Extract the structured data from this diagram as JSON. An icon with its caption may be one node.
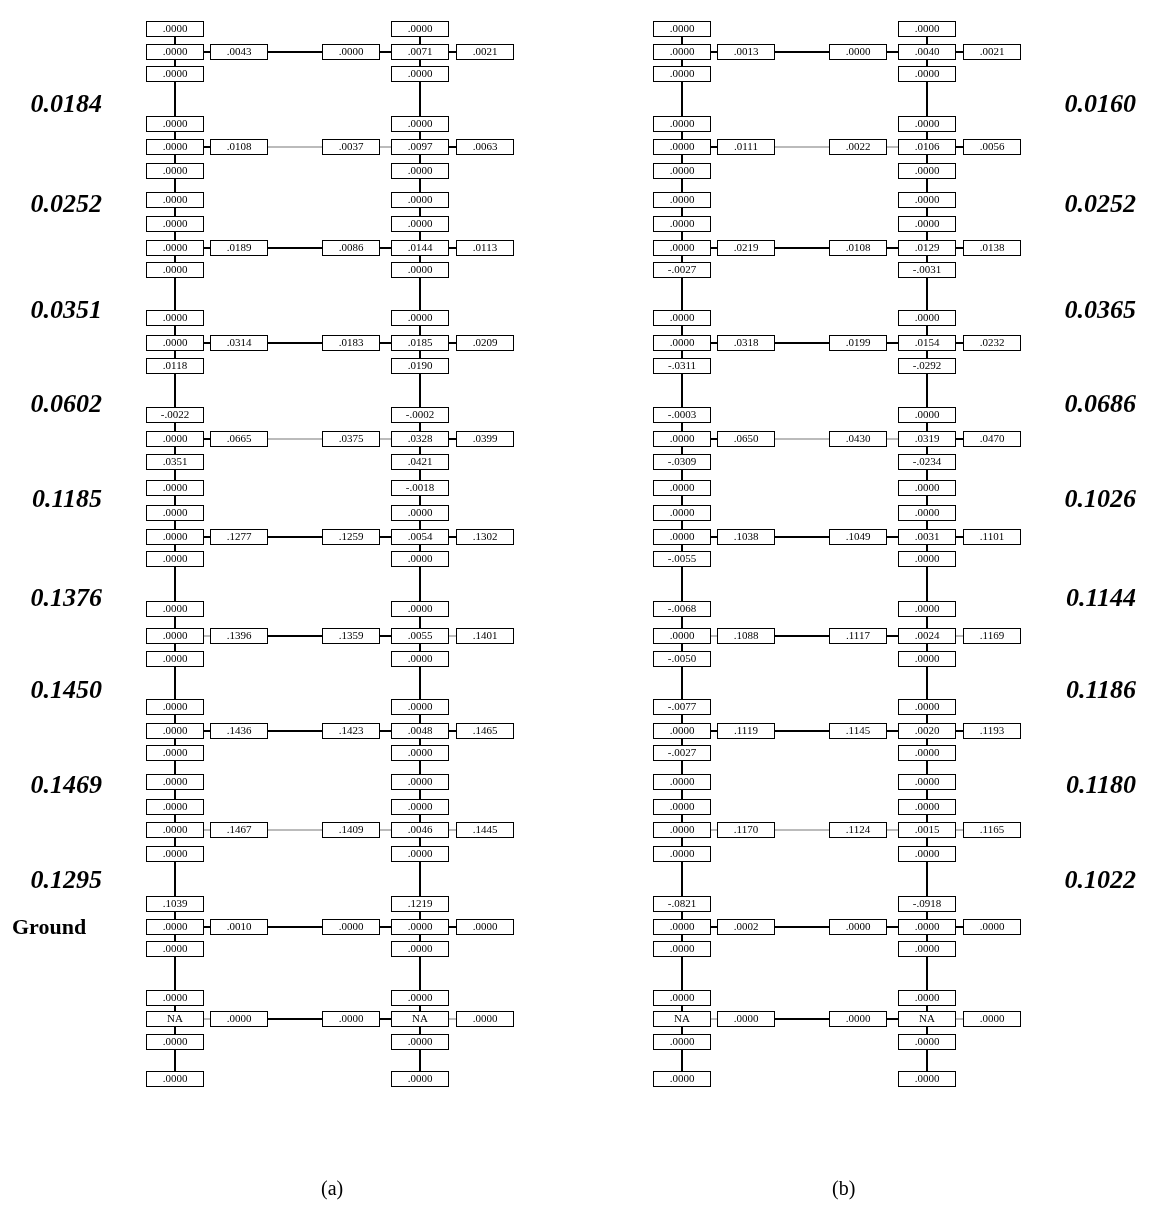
{
  "diagram": {
    "nodes": [
      {
        "text": [
          ".0000"
        ]
      },
      {
        "text": [
          ".0000"
        ]
      },
      {
        "text": [
          ".0000"
        ]
      },
      {
        "text": [
          ".0043"
        ]
      },
      {
        "text": [
          ".0000"
        ]
      },
      {
        "text": [
          ".0071"
        ]
      },
      {
        "text": [
          ".0021"
        ]
      },
      {
        "text": [
          ".0000"
        ]
      },
      {
        "text": [
          ".0000"
        ]
      },
      {
        "text": [
          ".0000"
        ]
      },
      {
        "text": [
          ".0000"
        ]
      },
      {
        "text": [
          ".0000"
        ]
      },
      {
        "text": [
          ".0108"
        ]
      },
      {
        "text": [
          ".0037"
        ]
      },
      {
        "text": [
          ".0097"
        ]
      },
      {
        "text": [
          ".0063"
        ]
      },
      {
        "text": [
          ".0000"
        ]
      },
      {
        "text": [
          ".0000"
        ]
      },
      {
        "text": [
          ".0000"
        ]
      },
      {
        "text": [
          ".0000"
        ]
      },
      {
        "text": [
          ".0000"
        ]
      },
      {
        "text": [
          ".0000"
        ]
      },
      {
        "text": [
          ".0000"
        ]
      },
      {
        "text": [
          ".0189"
        ]
      },
      {
        "text": [
          ".0086"
        ]
      },
      {
        "text": [
          ".0144"
        ]
      },
      {
        "text": [
          ".0113"
        ]
      },
      {
        "text": [
          ".0000"
        ]
      },
      {
        "text": [
          ".0000"
        ]
      },
      {
        "text": [
          ".0000"
        ]
      },
      {
        "text": [
          ".0000"
        ]
      },
      {
        "text": [
          ".0000"
        ]
      },
      {
        "text": [
          ".0314"
        ]
      },
      {
        "text": [
          ".0183"
        ]
      },
      {
        "text": [
          ".0185"
        ]
      },
      {
        "text": [
          ".0209"
        ]
      },
      {
        "text": [
          ".0118"
        ]
      },
      {
        "text": [
          ".0190"
        ]
      },
      {
        "text": [
          "-.0022"
        ]
      },
      {
        "text": [
          "-.0002"
        ]
      },
      {
        "text": [
          ".0000"
        ]
      },
      {
        "text": [
          ".0665"
        ]
      },
      {
        "text": [
          ".0375"
        ]
      },
      {
        "text": [
          ".0328"
        ]
      },
      {
        "text": [
          ".0399"
        ]
      },
      {
        "text": [
          ".0351"
        ]
      },
      {
        "text": [
          ".0421"
        ]
      },
      {
        "text": [
          ".0000"
        ]
      },
      {
        "text": [
          "-.0018"
        ]
      },
      {
        "text": [
          ".0000"
        ]
      },
      {
        "text": [
          ".0000"
        ]
      },
      {
        "text": [
          ".0000"
        ]
      },
      {
        "text": [
          ".1277"
        ]
      },
      {
        "text": [
          ".1259"
        ]
      },
      {
        "text": [
          ".0054"
        ]
      },
      {
        "text": [
          ".1302"
        ]
      },
      {
        "text": [
          ".0000"
        ]
      },
      {
        "text": [
          ".0000"
        ]
      },
      {
        "text": [
          ".0000"
        ]
      },
      {
        "text": [
          ".0000"
        ]
      },
      {
        "text": [
          ".0000"
        ]
      },
      {
        "text": [
          ".1396"
        ]
      },
      {
        "text": [
          ".1359"
        ]
      },
      {
        "text": [
          ".0055"
        ]
      },
      {
        "text": [
          ".1401"
        ]
      },
      {
        "text": [
          ".0000"
        ]
      },
      {
        "text": [
          ".0000"
        ]
      },
      {
        "text": [
          ".0000"
        ]
      },
      {
        "text": [
          ".0000"
        ]
      },
      {
        "text": [
          ".0000"
        ]
      },
      {
        "text": [
          ".1436"
        ]
      },
      {
        "text": [
          ".1423"
        ]
      },
      {
        "text": [
          ".0048"
        ]
      },
      {
        "text": [
          ".1465"
        ]
      },
      {
        "text": [
          ".0000"
        ]
      },
      {
        "text": [
          ".0000"
        ]
      },
      {
        "text": [
          ".0000"
        ]
      },
      {
        "text": [
          ".0000"
        ]
      },
      {
        "text": [
          ".0000"
        ]
      },
      {
        "text": [
          ".0000"
        ]
      },
      {
        "text": [
          ".0000"
        ]
      },
      {
        "text": [
          ".1467"
        ]
      },
      {
        "text": [
          ".1409"
        ]
      },
      {
        "text": [
          ".0046"
        ]
      },
      {
        "text": [
          ".1445"
        ]
      },
      {
        "text": [
          ".0000"
        ]
      },
      {
        "text": [
          ".0000"
        ]
      },
      {
        "text": [
          ".1039"
        ]
      },
      {
        "text": [
          ".1219"
        ]
      },
      {
        "text": [
          ".0000"
        ]
      },
      {
        "text": [
          ".0010"
        ]
      },
      {
        "text": [
          ".0000"
        ]
      },
      {
        "text": [
          ".0000"
        ]
      },
      {
        "text": [
          ".0000"
        ]
      },
      {
        "text": [
          ".0000"
        ]
      },
      {
        "text": [
          ".0000"
        ]
      },
      {
        "text": [
          ".0000"
        ]
      },
      {
        "text": [
          ".0000"
        ]
      },
      {
        "text": [
          "NA"
        ]
      },
      {
        "text": [
          ".0000"
        ]
      },
      {
        "text": [
          ".0000"
        ]
      },
      {
        "text": [
          "NA"
        ]
      },
      {
        "text": [
          ".0000"
        ]
      },
      {
        "text": [
          ".0000"
        ]
      },
      {
        "text": [
          ".0000"
        ]
      },
      {
        "text": [
          ".0000"
        ]
      },
      {
        "text": [
          ".0000"
        ]
      },
      {
        "text": [
          ".0000"
        ]
      },
      {
        "text": [
          ".0000"
        ]
      },
      {
        "text": [
          ".0000"
        ]
      },
      {
        "text": [
          ".0013"
        ]
      },
      {
        "text": [
          ".0000"
        ]
      },
      {
        "text": [
          ".0040"
        ]
      },
      {
        "text": [
          ".0021"
        ]
      },
      {
        "text": [
          ".0000"
        ]
      },
      {
        "text": [
          ".0000"
        ]
      },
      {
        "text": [
          ".0000"
        ]
      },
      {
        "text": [
          ".0000"
        ]
      },
      {
        "text": [
          ".0000"
        ]
      },
      {
        "text": [
          ".0111"
        ]
      },
      {
        "text": [
          ".0022"
        ]
      },
      {
        "text": [
          ".0106"
        ]
      },
      {
        "text": [
          ".0056"
        ]
      },
      {
        "text": [
          ".0000"
        ]
      },
      {
        "text": [
          ".0000"
        ]
      },
      {
        "text": [
          ".0000"
        ]
      },
      {
        "text": [
          ".0000"
        ]
      },
      {
        "text": [
          ".0000"
        ]
      },
      {
        "text": [
          ".0000"
        ]
      },
      {
        "text": [
          ".0000"
        ]
      },
      {
        "text": [
          ".0219"
        ]
      },
      {
        "text": [
          ".0108"
        ]
      },
      {
        "text": [
          ".0129"
        ]
      },
      {
        "text": [
          ".0138"
        ]
      },
      {
        "text": [
          "-.0027"
        ]
      },
      {
        "text": [
          "-.0031"
        ]
      },
      {
        "text": [
          ".0000"
        ]
      },
      {
        "text": [
          ".0000"
        ]
      },
      {
        "text": [
          ".0000"
        ]
      },
      {
        "text": [
          ".0318"
        ]
      },
      {
        "text": [
          ".0199"
        ]
      },
      {
        "text": [
          ".0154"
        ]
      },
      {
        "text": [
          ".0232"
        ]
      },
      {
        "text": [
          "-.0311"
        ]
      },
      {
        "text": [
          "-.0292"
        ]
      },
      {
        "text": [
          "-.0003"
        ]
      },
      {
        "text": [
          ".0000"
        ]
      },
      {
        "text": [
          ".0000"
        ]
      },
      {
        "text": [
          ".0650"
        ]
      },
      {
        "text": [
          ".0430"
        ]
      },
      {
        "text": [
          ".0319"
        ]
      },
      {
        "text": [
          ".0470"
        ]
      },
      {
        "text": [
          "-.0309"
        ]
      },
      {
        "text": [
          "-.0234"
        ]
      },
      {
        "text": [
          ".0000"
        ]
      },
      {
        "text": [
          ".0000"
        ]
      },
      {
        "text": [
          ".0000"
        ]
      },
      {
        "text": [
          ".0000"
        ]
      },
      {
        "text": [
          ".0000"
        ]
      },
      {
        "text": [
          ".1038"
        ]
      },
      {
        "text": [
          ".1049"
        ]
      },
      {
        "text": [
          ".0031"
        ]
      },
      {
        "text": [
          ".1101"
        ]
      },
      {
        "text": [
          "-.0055"
        ]
      },
      {
        "text": [
          ".0000"
        ]
      },
      {
        "text": [
          "-.0068"
        ]
      },
      {
        "text": [
          ".0000"
        ]
      },
      {
        "text": [
          ".0000"
        ]
      },
      {
        "text": [
          ".1088"
        ]
      },
      {
        "text": [
          ".1117"
        ]
      },
      {
        "text": [
          ".0024"
        ]
      },
      {
        "text": [
          ".1169"
        ]
      },
      {
        "text": [
          "-.0050"
        ]
      },
      {
        "text": [
          ".0000"
        ]
      },
      {
        "text": [
          "-.0077"
        ]
      },
      {
        "text": [
          ".0000"
        ]
      },
      {
        "text": [
          ".0000"
        ]
      },
      {
        "text": [
          ".1119"
        ]
      },
      {
        "text": [
          ".1145"
        ]
      },
      {
        "text": [
          ".0020"
        ]
      },
      {
        "text": [
          ".1193"
        ]
      },
      {
        "text": [
          "-.0027"
        ]
      },
      {
        "text": [
          ".0000"
        ]
      },
      {
        "text": [
          ".0000"
        ]
      },
      {
        "text": [
          ".0000"
        ]
      },
      {
        "text": [
          ".0000"
        ]
      },
      {
        "text": [
          ".0000"
        ]
      },
      {
        "text": [
          ".0000"
        ]
      },
      {
        "text": [
          ".1170"
        ]
      },
      {
        "text": [
          ".1124"
        ]
      },
      {
        "text": [
          ".0015"
        ]
      },
      {
        "text": [
          ".1165"
        ]
      },
      {
        "text": [
          ".0000"
        ]
      },
      {
        "text": [
          ".0000"
        ]
      },
      {
        "text": [
          "-.0821"
        ]
      },
      {
        "text": [
          "-.0918"
        ]
      },
      {
        "text": [
          ".0000"
        ]
      },
      {
        "text": [
          ".0002"
        ]
      },
      {
        "text": [
          ".0000"
        ]
      },
      {
        "text": [
          ".0000"
        ]
      },
      {
        "text": [
          ".0000"
        ]
      },
      {
        "text": [
          ".0000"
        ]
      },
      {
        "text": [
          ".0000"
        ]
      },
      {
        "text": [
          ".0000"
        ]
      },
      {
        "text": [
          ".0000"
        ]
      },
      {
        "text": [
          "NA"
        ]
      },
      {
        "text": [
          ".0000"
        ]
      },
      {
        "text": [
          ".0000"
        ]
      },
      {
        "text": [
          "NA"
        ]
      },
      {
        "text": [
          ".0000"
        ]
      },
      {
        "text": [
          ".0000"
        ]
      },
      {
        "text": [
          ".0000"
        ]
      },
      {
        "text": [
          ".0000"
        ]
      },
      {
        "text": [
          ".0000"
        ]
      }
    ],
    "edges": [
      {
        "from": 0,
        "to": 2,
        "arrow": "none"
      },
      {
        "from": 2,
        "to": 7,
        "arrow": "none"
      },
      {
        "from": 7,
        "to": 9,
        "arrow": "none"
      },
      {
        "from": 9,
        "to": 11,
        "arrow": "none"
      },
      {
        "from": 11,
        "to": 16,
        "arrow": "none"
      },
      {
        "from": 16,
        "to": 18,
        "arrow": "none"
      },
      {
        "from": 18,
        "to": 20,
        "arrow": "none"
      },
      {
        "from": 20,
        "to": 22,
        "arrow": "none"
      },
      {
        "from": 22,
        "to": 27,
        "arrow": "none"
      },
      {
        "from": 27,
        "to": 29,
        "arrow": "none"
      },
      {
        "from": 29,
        "to": 31,
        "arrow": "none"
      },
      {
        "from": 31,
        "to": 36,
        "arrow": "none"
      },
      {
        "from": 36,
        "to": 38,
        "arrow": "none"
      },
      {
        "from": 38,
        "to": 40,
        "arrow": "none"
      },
      {
        "from": 40,
        "to": 45,
        "arrow": "none"
      },
      {
        "from": 45,
        "to": 47,
        "arrow": "none"
      },
      {
        "from": 47,
        "to": 49,
        "arrow": "none"
      },
      {
        "from": 49,
        "to": 51,
        "arrow": "none"
      },
      {
        "from": 51,
        "to": 56,
        "arrow": "none"
      },
      {
        "from": 56,
        "to": 58,
        "arrow": "none"
      },
      {
        "from": 58,
        "to": 60,
        "arrow": "none"
      },
      {
        "from": 60,
        "to": 65,
        "arrow": "none"
      },
      {
        "from": 65,
        "to": 67,
        "arrow": "none"
      },
      {
        "from": 67,
        "to": 69,
        "arrow": "none"
      },
      {
        "from": 69,
        "to": 74,
        "arrow": "none"
      },
      {
        "from": 74,
        "to": 76,
        "arrow": "none"
      },
      {
        "from": 76,
        "to": 78,
        "arrow": "none"
      },
      {
        "from": 78,
        "to": 80,
        "arrow": "none"
      },
      {
        "from": 80,
        "to": 85,
        "arrow": "none"
      },
      {
        "from": 85,
        "to": 87,
        "arrow": "none"
      },
      {
        "from": 87,
        "to": 89,
        "arrow": "none"
      },
      {
        "from": 89,
        "to": 94,
        "arrow": "none"
      },
      {
        "from": 94,
        "to": 96,
        "arrow": "none"
      },
      {
        "from": 96,
        "to": 98,
        "arrow": "none"
      },
      {
        "from": 98,
        "to": 103,
        "arrow": "none"
      },
      {
        "from": 103,
        "to": 105,
        "arrow": "none"
      },
      {
        "from": 1,
        "to": 5,
        "arrow": "none"
      },
      {
        "from": 5,
        "to": 8,
        "arrow": "none"
      },
      {
        "from": 8,
        "to": 10,
        "arrow": "none"
      },
      {
        "from": 10,
        "to": 14,
        "arrow": "none"
      },
      {
        "from": 14,
        "to": 17,
        "arrow": "none"
      },
      {
        "from": 17,
        "to": 19,
        "arrow": "none"
      },
      {
        "from": 19,
        "to": 21,
        "arrow": "none"
      },
      {
        "from": 21,
        "to": 25,
        "arrow": "none"
      },
      {
        "from": 25,
        "to": 28,
        "arrow": "none"
      },
      {
        "from": 28,
        "to": 30,
        "arrow": "none"
      },
      {
        "from": 30,
        "to": 34,
        "arrow": "none"
      },
      {
        "from": 34,
        "to": 37,
        "arrow": "none"
      },
      {
        "from": 37,
        "to": 39,
        "arrow": "none"
      },
      {
        "from": 39,
        "to": 43,
        "arrow": "none"
      },
      {
        "from": 43,
        "to": 46,
        "arrow": "none"
      },
      {
        "from": 46,
        "to": 48,
        "arrow": "none"
      },
      {
        "from": 48,
        "to": 50,
        "arrow": "none"
      },
      {
        "from": 50,
        "to": 54,
        "arrow": "none"
      },
      {
        "from": 54,
        "to": 57,
        "arrow": "none"
      },
      {
        "from": 57,
        "to": 59,
        "arrow": "none"
      },
      {
        "from": 59,
        "to": 63,
        "arrow": "none"
      },
      {
        "from": 63,
        "to": 66,
        "arrow": "none"
      },
      {
        "from": 66,
        "to": 68,
        "arrow": "none"
      },
      {
        "from": 68,
        "to": 72,
        "arrow": "none"
      },
      {
        "from": 72,
        "to": 75,
        "arrow": "none"
      },
      {
        "from": 75,
        "to": 77,
        "arrow": "none"
      },
      {
        "from": 77,
        "to": 79,
        "arrow": "none"
      },
      {
        "from": 79,
        "to": 83,
        "arrow": "none"
      },
      {
        "from": 83,
        "to": 86,
        "arrow": "none"
      },
      {
        "from": 86,
        "to": 88,
        "arrow": "none"
      },
      {
        "from": 88,
        "to": 92,
        "arrow": "none"
      },
      {
        "from": 92,
        "to": 95,
        "arrow": "none"
      },
      {
        "from": 95,
        "to": 97,
        "arrow": "none"
      },
      {
        "from": 97,
        "to": 101,
        "arrow": "none"
      },
      {
        "from": 101,
        "to": 104,
        "arrow": "none"
      },
      {
        "from": 104,
        "to": 106,
        "arrow": "none"
      },
      {
        "from": 2,
        "to": 3,
        "arrow": "none"
      },
      {
        "from": 3,
        "to": 4,
        "arrow": "none"
      },
      {
        "from": 4,
        "to": 5,
        "arrow": "none"
      },
      {
        "from": 5,
        "to": 6,
        "arrow": "none"
      },
      {
        "from": 11,
        "to": 12,
        "arrow": "none"
      },
      {
        "from": 12,
        "to": 13,
        "arrow": "none",
        "color": "#bbbbbb"
      },
      {
        "from": 13,
        "to": 14,
        "arrow": "none",
        "color": "#bbbbbb"
      },
      {
        "from": 14,
        "to": 15,
        "arrow": "none"
      },
      {
        "from": 22,
        "to": 23,
        "arrow": "none"
      },
      {
        "from": 23,
        "to": 24,
        "arrow": "none"
      },
      {
        "from": 24,
        "to": 25,
        "arrow": "none"
      },
      {
        "from": 25,
        "to": 26,
        "arrow": "none"
      },
      {
        "from": 31,
        "to": 32,
        "arrow": "none"
      },
      {
        "from": 32,
        "to": 33,
        "arrow": "none"
      },
      {
        "from": 33,
        "to": 34,
        "arrow": "none"
      },
      {
        "from": 34,
        "to": 35,
        "arrow": "none"
      },
      {
        "from": 40,
        "to": 41,
        "arrow": "none"
      },
      {
        "from": 41,
        "to": 42,
        "arrow": "none",
        "color": "#bbbbbb"
      },
      {
        "from": 42,
        "to": 43,
        "arrow": "none",
        "color": "#bbbbbb"
      },
      {
        "from": 43,
        "to": 44,
        "arrow": "none"
      },
      {
        "from": 51,
        "to": 52,
        "arrow": "none"
      },
      {
        "from": 52,
        "to": 53,
        "arrow": "none"
      },
      {
        "from": 53,
        "to": 54,
        "arrow": "none"
      },
      {
        "from": 54,
        "to": 55,
        "arrow": "none"
      },
      {
        "from": 60,
        "to": 61,
        "arrow": "none",
        "color": "#bbbbbb"
      },
      {
        "from": 61,
        "to": 62,
        "arrow": "none"
      },
      {
        "from": 62,
        "to": 63,
        "arrow": "none"
      },
      {
        "from": 63,
        "to": 64,
        "arrow": "none",
        "color": "#bbbbbb"
      },
      {
        "from": 69,
        "to": 70,
        "arrow": "none"
      },
      {
        "from": 70,
        "to": 71,
        "arrow": "none"
      },
      {
        "from": 71,
        "to": 72,
        "arrow": "none"
      },
      {
        "from": 72,
        "to": 73,
        "arrow": "none"
      },
      {
        "from": 80,
        "to": 81,
        "arrow": "none",
        "color": "#bbbbbb"
      },
      {
        "from": 81,
        "to": 82,
        "arrow": "none",
        "color": "#bbbbbb"
      },
      {
        "from": 82,
        "to": 83,
        "arrow": "none",
        "color": "#bbbbbb"
      },
      {
        "from": 83,
        "to": 84,
        "arrow": "none",
        "color": "#bbbbbb"
      },
      {
        "from": 89,
        "to": 90,
        "arrow": "none"
      },
      {
        "from": 90,
        "to": 91,
        "arrow": "none"
      },
      {
        "from": 91,
        "to": 92,
        "arrow": "none"
      },
      {
        "from": 92,
        "to": 93,
        "arrow": "none"
      },
      {
        "from": 98,
        "to": 99,
        "arrow": "none",
        "color": "#bbbbbb"
      },
      {
        "from": 99,
        "to": 100,
        "arrow": "none"
      },
      {
        "from": 100,
        "to": 101,
        "arrow": "none"
      },
      {
        "from": 101,
        "to": 102,
        "arrow": "none",
        "color": "#bbbbbb"
      },
      {
        "from": 107,
        "to": 109,
        "arrow": "none"
      },
      {
        "from": 109,
        "to": 114,
        "arrow": "none"
      },
      {
        "from": 114,
        "to": 116,
        "arrow": "none"
      },
      {
        "from": 116,
        "to": 118,
        "arrow": "none"
      },
      {
        "from": 118,
        "to": 123,
        "arrow": "none"
      },
      {
        "from": 123,
        "to": 125,
        "arrow": "none"
      },
      {
        "from": 125,
        "to": 127,
        "arrow": "none"
      },
      {
        "from": 127,
        "to": 129,
        "arrow": "none"
      },
      {
        "from": 129,
        "to": 134,
        "arrow": "none"
      },
      {
        "from": 134,
        "to": 136,
        "arrow": "none"
      },
      {
        "from": 136,
        "to": 138,
        "arrow": "none"
      },
      {
        "from": 138,
        "to": 143,
        "arrow": "none"
      },
      {
        "from": 143,
        "to": 145,
        "arrow": "none"
      },
      {
        "from": 145,
        "to": 147,
        "arrow": "none"
      },
      {
        "from": 147,
        "to": 152,
        "arrow": "none"
      },
      {
        "from": 152,
        "to": 154,
        "arrow": "none"
      },
      {
        "from": 154,
        "to": 156,
        "arrow": "none"
      },
      {
        "from": 156,
        "to": 158,
        "arrow": "none"
      },
      {
        "from": 158,
        "to": 163,
        "arrow": "none"
      },
      {
        "from": 163,
        "to": 165,
        "arrow": "none"
      },
      {
        "from": 165,
        "to": 167,
        "arrow": "none"
      },
      {
        "from": 167,
        "to": 172,
        "arrow": "none"
      },
      {
        "from": 172,
        "to": 174,
        "arrow": "none"
      },
      {
        "from": 174,
        "to": 176,
        "arrow": "none"
      },
      {
        "from": 176,
        "to": 181,
        "arrow": "none"
      },
      {
        "from": 181,
        "to": 183,
        "arrow": "none"
      },
      {
        "from": 183,
        "to": 185,
        "arrow": "none"
      },
      {
        "from": 185,
        "to": 187,
        "arrow": "none"
      },
      {
        "from": 187,
        "to": 192,
        "arrow": "none"
      },
      {
        "from": 192,
        "to": 194,
        "arrow": "none"
      },
      {
        "from": 194,
        "to": 196,
        "arrow": "none"
      },
      {
        "from": 196,
        "to": 201,
        "arrow": "none"
      },
      {
        "from": 201,
        "to": 203,
        "arrow": "none"
      },
      {
        "from": 203,
        "to": 205,
        "arrow": "none"
      },
      {
        "from": 205,
        "to": 210,
        "arrow": "none"
      },
      {
        "from": 210,
        "to": 212,
        "arrow": "none"
      },
      {
        "from": 108,
        "to": 112,
        "arrow": "none"
      },
      {
        "from": 112,
        "to": 115,
        "arrow": "none"
      },
      {
        "from": 115,
        "to": 117,
        "arrow": "none"
      },
      {
        "from": 117,
        "to": 121,
        "arrow": "none"
      },
      {
        "from": 121,
        "to": 124,
        "arrow": "none"
      },
      {
        "from": 124,
        "to": 126,
        "arrow": "none"
      },
      {
        "from": 126,
        "to": 128,
        "arrow": "none"
      },
      {
        "from": 128,
        "to": 132,
        "arrow": "none"
      },
      {
        "from": 132,
        "to": 135,
        "arrow": "none"
      },
      {
        "from": 135,
        "to": 137,
        "arrow": "none"
      },
      {
        "from": 137,
        "to": 141,
        "arrow": "none"
      },
      {
        "from": 141,
        "to": 144,
        "arrow": "none"
      },
      {
        "from": 144,
        "to": 146,
        "arrow": "none"
      },
      {
        "from": 146,
        "to": 150,
        "arrow": "none"
      },
      {
        "from": 150,
        "to": 153,
        "arrow": "none"
      },
      {
        "from": 153,
        "to": 155,
        "arrow": "none"
      },
      {
        "from": 155,
        "to": 157,
        "arrow": "none"
      },
      {
        "from": 157,
        "to": 161,
        "arrow": "none"
      },
      {
        "from": 161,
        "to": 164,
        "arrow": "none"
      },
      {
        "from": 164,
        "to": 166,
        "arrow": "none"
      },
      {
        "from": 166,
        "to": 170,
        "arrow": "none"
      },
      {
        "from": 170,
        "to": 173,
        "arrow": "none"
      },
      {
        "from": 173,
        "to": 175,
        "arrow": "none"
      },
      {
        "from": 175,
        "to": 179,
        "arrow": "none"
      },
      {
        "from": 179,
        "to": 182,
        "arrow": "none"
      },
      {
        "from": 182,
        "to": 184,
        "arrow": "none"
      },
      {
        "from": 184,
        "to": 186,
        "arrow": "none"
      },
      {
        "from": 186,
        "to": 190,
        "arrow": "none"
      },
      {
        "from": 190,
        "to": 193,
        "arrow": "none"
      },
      {
        "from": 193,
        "to": 195,
        "arrow": "none"
      },
      {
        "from": 195,
        "to": 199,
        "arrow": "none"
      },
      {
        "from": 199,
        "to": 202,
        "arrow": "none"
      },
      {
        "from": 202,
        "to": 204,
        "arrow": "none"
      },
      {
        "from": 204,
        "to": 208,
        "arrow": "none"
      },
      {
        "from": 208,
        "to": 211,
        "arrow": "none"
      },
      {
        "from": 211,
        "to": 213,
        "arrow": "none"
      },
      {
        "from": 109,
        "to": 110,
        "arrow": "none"
      },
      {
        "from": 110,
        "to": 111,
        "arrow": "none"
      },
      {
        "from": 111,
        "to": 112,
        "arrow": "none"
      },
      {
        "from": 112,
        "to": 113,
        "arrow": "none"
      },
      {
        "from": 118,
        "to": 119,
        "arrow": "none"
      },
      {
        "from": 119,
        "to": 120,
        "arrow": "none",
        "color": "#bbbbbb"
      },
      {
        "from": 120,
        "to": 121,
        "arrow": "none",
        "color": "#bbbbbb"
      },
      {
        "from": 121,
        "to": 122,
        "arrow": "none"
      },
      {
        "from": 129,
        "to": 130,
        "arrow": "none"
      },
      {
        "from": 130,
        "to": 131,
        "arrow": "none"
      },
      {
        "from": 131,
        "to": 132,
        "arrow": "none"
      },
      {
        "from": 132,
        "to": 133,
        "arrow": "none"
      },
      {
        "from": 138,
        "to": 139,
        "arrow": "none"
      },
      {
        "from": 139,
        "to": 140,
        "arrow": "none"
      },
      {
        "from": 140,
        "to": 141,
        "arrow": "none"
      },
      {
        "from": 141,
        "to": 142,
        "arrow": "none"
      },
      {
        "from": 147,
        "to": 148,
        "arrow": "none"
      },
      {
        "from": 148,
        "to": 149,
        "arrow": "none",
        "color": "#bbbbbb"
      },
      {
        "from": 149,
        "to": 150,
        "arrow": "none",
        "color": "#bbbbbb"
      },
      {
        "from": 150,
        "to": 151,
        "arrow": "none"
      },
      {
        "from": 158,
        "to": 159,
        "arrow": "none"
      },
      {
        "from": 159,
        "to": 160,
        "arrow": "none"
      },
      {
        "from": 160,
        "to": 161,
        "arrow": "none"
      },
      {
        "from": 161,
        "to": 162,
        "arrow": "none"
      },
      {
        "from": 167,
        "to": 168,
        "arrow": "none",
        "color": "#bbbbbb"
      },
      {
        "from": 168,
        "to": 169,
        "arrow": "none"
      },
      {
        "from": 169,
        "to": 170,
        "arrow": "none"
      },
      {
        "from": 170,
        "to": 171,
        "arrow": "none",
        "color": "#bbbbbb"
      },
      {
        "from": 176,
        "to": 177,
        "arrow": "none"
      },
      {
        "from": 177,
        "to": 178,
        "arrow": "none"
      },
      {
        "from": 178,
        "to": 179,
        "arrow": "none"
      },
      {
        "from": 179,
        "to": 180,
        "arrow": "none"
      },
      {
        "from": 187,
        "to": 188,
        "arrow": "none",
        "color": "#bbbbbb"
      },
      {
        "from": 188,
        "to": 189,
        "arrow": "none",
        "color": "#bbbbbb"
      },
      {
        "from": 189,
        "to": 190,
        "arrow": "none",
        "color": "#bbbbbb"
      },
      {
        "from": 190,
        "to": 191,
        "arrow": "none",
        "color": "#bbbbbb"
      },
      {
        "from": 196,
        "to": 197,
        "arrow": "none"
      },
      {
        "from": 197,
        "to": 198,
        "arrow": "none"
      },
      {
        "from": 198,
        "to": 199,
        "arrow": "none"
      },
      {
        "from": 199,
        "to": 200,
        "arrow": "none"
      },
      {
        "from": 205,
        "to": 206,
        "arrow": "none",
        "color": "#bbbbbb"
      },
      {
        "from": 206,
        "to": 207,
        "arrow": "none"
      },
      {
        "from": 207,
        "to": 208,
        "arrow": "none"
      },
      {
        "from": 208,
        "to": 209,
        "arrow": "none",
        "color": "#bbbbbb"
      }
    ],
    "labels": [
      "0.0184",
      "0.0160",
      "0.0252",
      "0.0252",
      "0.0351",
      "0.0365",
      "0.0602",
      "0.0686",
      "0.1185",
      "0.1026",
      "0.1376",
      "0.1144",
      "0.1450",
      "0.1186",
      "0.1469",
      "0.1180",
      "0.1295",
      "0.1022",
      "Ground",
      "(a)",
      "(b)"
    ]
  }
}
